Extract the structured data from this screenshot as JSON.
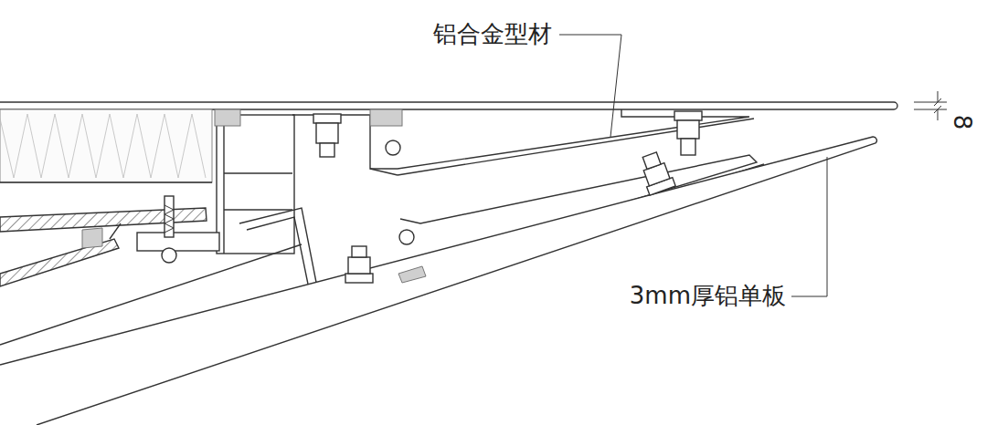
{
  "diagram": {
    "labels": [
      "铝合金型材",
      "3mm厚铝单板",
      "8"
    ]
  }
}
